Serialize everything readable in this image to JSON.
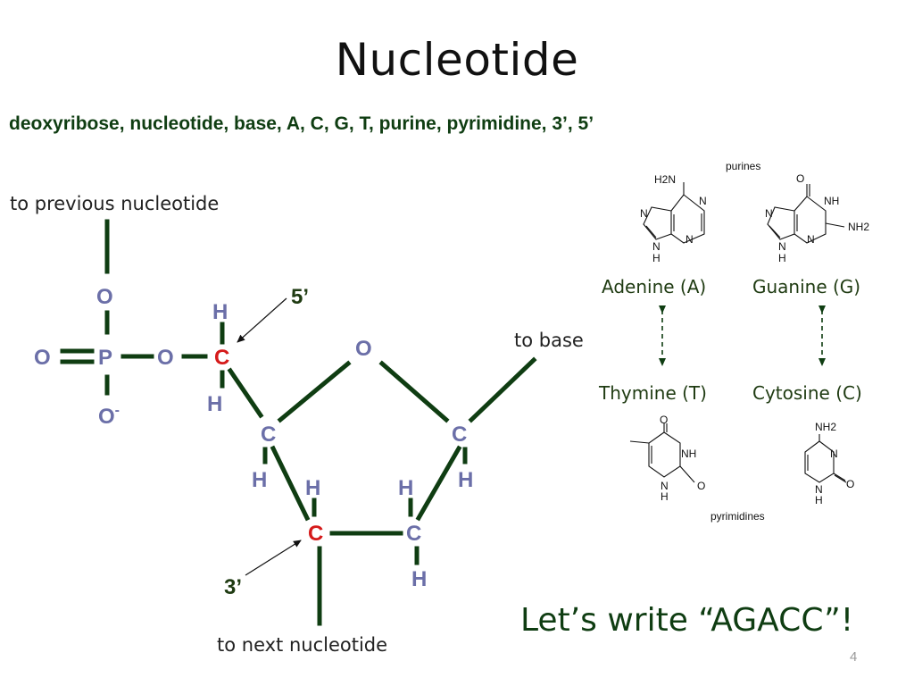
{
  "slide": {
    "title": "Nucleotide",
    "keywords": "deoxyribose, nucleotide, base, A, C, G, T, purine, pyrimidine, 3’, 5’",
    "callout": "Let’s write “AGACC”!",
    "page_number": "4"
  },
  "colors": {
    "bond": "#0f3d12",
    "atom_blue": "#6b6fa8",
    "atom_red": "#d51a1a",
    "heading": "#111111"
  },
  "diagram": {
    "labels": {
      "to_previous": "to previous nucleotide",
      "to_base": "to base",
      "to_next": "to next nucleotide",
      "five_prime": "5’",
      "three_prime": "3’"
    },
    "atoms": {
      "O_top": "O",
      "O_left": "O",
      "P": "P",
      "O_right": "O",
      "O_minus": "O",
      "O_minus_charge": "-",
      "H_top": "H",
      "C5": "C",
      "H_c5_bottom": "H",
      "O_ring": "O",
      "C4": "C",
      "C1": "C",
      "H_c4": "H",
      "H_c1": "H",
      "H_c3": "H",
      "H_c2": "H",
      "C3": "C",
      "C2": "C",
      "H_c2_bottom": "H"
    }
  },
  "bases": {
    "purines_label": "purines",
    "pyrimidines_label": "pyrimidines",
    "adenine": "Adenine (A)",
    "guanine": "Guanine (G)",
    "thymine": "Thymine (T)",
    "cytosine": "Cytosine (C)",
    "adenine_atoms": {
      "nh2": "H2N",
      "n1": "N",
      "n3": "N",
      "n7": "N",
      "n9": "N",
      "h9": "H"
    },
    "guanine_atoms": {
      "o": "O",
      "nh": "NH",
      "nh2": "NH2",
      "n3": "N",
      "n7": "N",
      "n9": "N",
      "h9": "H"
    },
    "thymine_atoms": {
      "o_top": "O",
      "nh": "NH",
      "n1": "N",
      "h1": "H",
      "o_bottom": "O"
    },
    "cytosine_atoms": {
      "nh2": "NH2",
      "n3": "N",
      "n1": "N",
      "h1": "H",
      "o": "O"
    }
  }
}
